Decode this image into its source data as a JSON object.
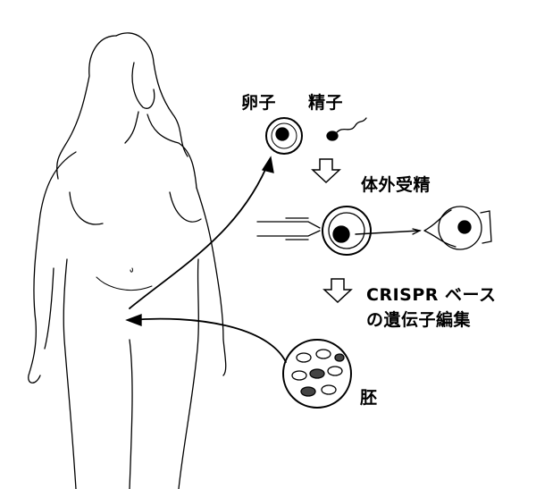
{
  "labels": {
    "egg": "卵子",
    "sperm": "精子",
    "ivf": "体外受精",
    "crispr_line1": "CRISPR ベース",
    "crispr_line2": "の遺伝子編集",
    "embryo": "胚"
  },
  "colors": {
    "ink": "#000000",
    "background": "#ffffff"
  }
}
